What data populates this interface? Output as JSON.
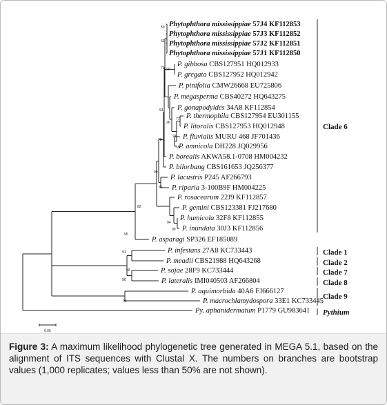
{
  "taxa": [
    {
      "genus": "Phytophthora",
      "species": "mississippiae",
      "rest": "57J4 KF112853",
      "bold": true
    },
    {
      "genus": "Phytophthora",
      "species": "mississippiae",
      "rest": "57J3 KF112852",
      "bold": true
    },
    {
      "genus": "Phytophthora",
      "species": "mississippiae",
      "rest": "57J2 KF112851",
      "bold": true
    },
    {
      "genus": "Phytophthora",
      "species": "mississippiae",
      "rest": "57J1 KF112850",
      "bold": true
    },
    {
      "genus": "P.",
      "species": "gibbosa",
      "rest": "CBS127951 HQ012933"
    },
    {
      "genus": "P.",
      "species": "gregata",
      "rest": "CBS127952 HQ012942"
    },
    {
      "genus": "P.",
      "species": "pinifolia",
      "rest": "CMW26668 EU725806"
    },
    {
      "genus": "P.",
      "species": "megasperma",
      "rest": "CBS40272 HQ643275"
    },
    {
      "genus": "P.",
      "species": "gonapodyides",
      "rest": "34A8 KF112854"
    },
    {
      "genus": "P.",
      "species": "thermophila",
      "rest": "CBS127954 EU301155"
    },
    {
      "genus": "P.",
      "species": "litoralis",
      "rest": "CBS127953 HQ012948"
    },
    {
      "genus": "P.",
      "species": "fluvialis",
      "rest": "MURU 468 JF701436"
    },
    {
      "genus": "P.",
      "species": "amnicola",
      "rest": "DH228 JQ029956"
    },
    {
      "genus": "P.",
      "species": "borealis",
      "rest": "AKWA58.1-0708 HM004232"
    },
    {
      "genus": "P.",
      "species": "bilorbang",
      "rest": "CBS161653 JQ256377"
    },
    {
      "genus": "P.",
      "species": "lacustris",
      "rest": "P245 AF266793"
    },
    {
      "genus": "P.",
      "species": "riparia",
      "rest": "3-100B9F HM004225"
    },
    {
      "genus": "P.",
      "species": "rosacearum",
      "rest": "22J9 KF112857"
    },
    {
      "genus": "P.",
      "species": "gemini",
      "rest": "CBS123381 FJ217680"
    },
    {
      "genus": "P.",
      "species": "humicola",
      "rest": "32F8 KF112855"
    },
    {
      "genus": "P.",
      "species": "inundata",
      "rest": "30J3 KF112856"
    },
    {
      "genus": "P.",
      "species": "asparagi",
      "rest": "SP326 EF185089"
    },
    {
      "genus": "P.",
      "species": "infestans",
      "rest": "27A8 KC733443"
    },
    {
      "genus": "P.",
      "species": "meadii",
      "rest": "CBS21988 HQ643268"
    },
    {
      "genus": "P.",
      "species": "sojae",
      "rest": "28F9 KC733444"
    },
    {
      "genus": "P.",
      "species": "lateralis",
      "rest": "IMI040503 AF266804"
    },
    {
      "genus": "P.",
      "species": "aquimorbida",
      "rest": "40A6 FJ666127"
    },
    {
      "genus": "P.",
      "species": "macrochlamydospora",
      "rest": "33E1 KC733445"
    },
    {
      "genus": "Py.",
      "species": "aphanidermatum",
      "rest": "P1779 GU983641"
    }
  ],
  "bootstrap": [
    "59",
    "63",
    "79",
    "99",
    "53",
    "26",
    "77",
    "93",
    "55",
    "78",
    "99",
    "86",
    "94",
    "99",
    "82",
    "95",
    "91",
    "59",
    "96",
    "94"
  ],
  "clades": [
    {
      "label": "Clade 6"
    },
    {
      "label": "Clade 1"
    },
    {
      "label": "Clade 2"
    },
    {
      "label": "Clade 7"
    },
    {
      "label": "Clade 8"
    },
    {
      "label": "Clade 9"
    },
    {
      "label": "Pythium"
    }
  ],
  "scale_bar": {
    "label": "0.05"
  },
  "caption": {
    "figure_label": "Figure 3:",
    "text": "A maximum likelihood phylogenetic tree generated in MEGA 5.1, based on the alignment of ITS sequences with Clustal X. The numbers on branches are bootstrap values (1,000 replicates; values less than 50% are not shown)."
  }
}
